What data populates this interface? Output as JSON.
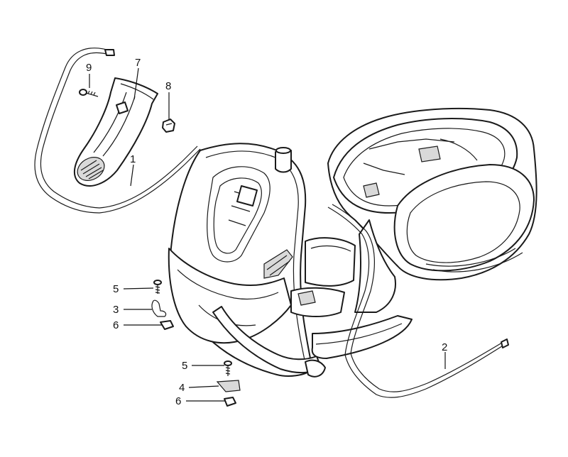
{
  "diagram": {
    "callouts": [
      {
        "id": "1",
        "text": "1"
      },
      {
        "id": "2",
        "text": "2"
      },
      {
        "id": "3",
        "text": "3"
      },
      {
        "id": "4",
        "text": "4"
      },
      {
        "id": "5a",
        "text": "5"
      },
      {
        "id": "5b",
        "text": "5"
      },
      {
        "id": "6a",
        "text": "6"
      },
      {
        "id": "6b",
        "text": "6"
      },
      {
        "id": "7",
        "text": "7"
      },
      {
        "id": "8",
        "text": "8"
      },
      {
        "id": "9",
        "text": "9"
      }
    ],
    "colors": {
      "line": "#1a1a1a",
      "background": "#ffffff",
      "shade": "#d9d9d9"
    }
  }
}
